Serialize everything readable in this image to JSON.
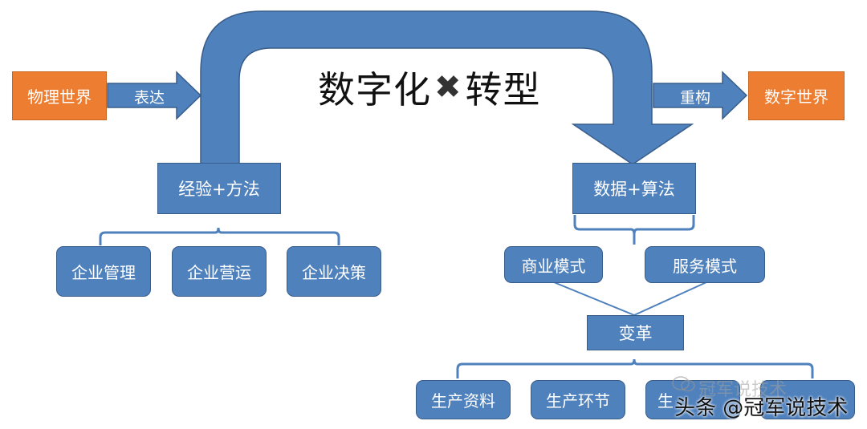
{
  "title": {
    "left": "数字化",
    "cross": "✖",
    "right": "转型"
  },
  "inputs": {
    "source": "物理世界",
    "source_arrow": "表达"
  },
  "outputs": {
    "target_arrow": "重构",
    "target": "数字世界"
  },
  "left_branch": {
    "root": "经验+方法",
    "children": [
      "企业管理",
      "企业营运",
      "企业决策"
    ]
  },
  "right_branch": {
    "root": "数据+算法",
    "children": [
      "商业模式",
      "服务模式"
    ],
    "merge": "变革",
    "results": [
      "生产资料",
      "生产环节",
      "生",
      ""
    ]
  },
  "watermark": {
    "faint": "冠军说技术",
    "bold": "头条 @冠军说技术"
  },
  "colors": {
    "orange": "#ED7D31",
    "blue": "#4F81BD",
    "blue_border": "#385D8A",
    "bracket": "#4F81BD"
  }
}
